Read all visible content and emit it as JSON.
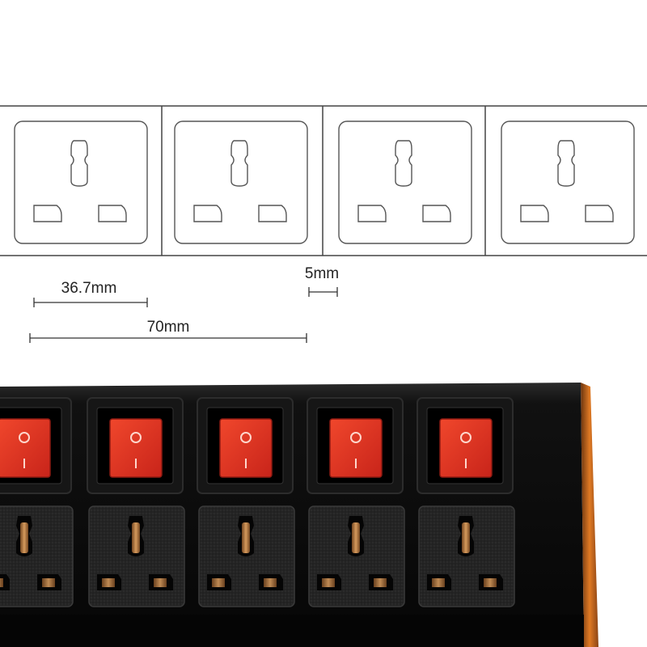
{
  "dimensions": {
    "socket_width": "36.7mm",
    "gap": "5mm",
    "pitch": "70mm"
  },
  "colors": {
    "outline": "#444444",
    "strip_body": "#0c0c0c",
    "socket_face": "#1e1e1e",
    "switch_red": "#e0331f",
    "switch_bezel": "#151515",
    "accent_orange": "#d86a1c",
    "contact_copper": "#b87333"
  },
  "icons": [
    "universal-socket-icon",
    "rocker-switch-icon"
  ]
}
